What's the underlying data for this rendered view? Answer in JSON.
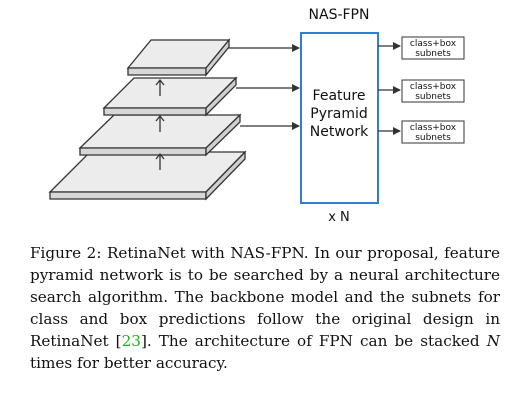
{
  "diagram": {
    "fpn_title": "NAS-FPN",
    "fpn_box_lines": [
      "Feature",
      "Pyramid",
      "Network"
    ],
    "repeat_label": "x N",
    "subnets": [
      {
        "line1": "class+box",
        "line2": "subnets"
      },
      {
        "line1": "class+box",
        "line2": "subnets"
      },
      {
        "line1": "class+box",
        "line2": "subnets"
      }
    ],
    "colors": {
      "fpn_border": "#2f7fd0",
      "layer_fill": "#ececec",
      "stroke": "#333333"
    }
  },
  "caption": {
    "label": "Figure 2:",
    "text_before_ref": " RetinaNet with NAS-FPN. In our proposal, feature pyramid network is to be searched by a neural architecture search algorithm. The backbone model and the subnets for class and box predictions follow the original design in RetinaNet [",
    "ref": "23",
    "text_after_ref": "]. The architecture of FPN can be stacked ",
    "var": "N",
    "text_end": " times for better accuracy."
  }
}
